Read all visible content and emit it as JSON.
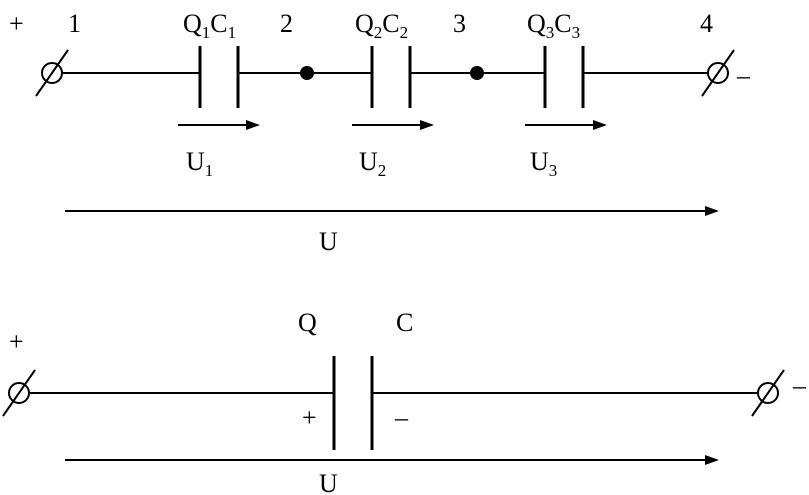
{
  "top": {
    "polarity_plus": "+",
    "polarity_minus": "–",
    "nodes": [
      "1",
      "2",
      "3",
      "4"
    ],
    "capacitors": [
      {
        "q_base": "Q",
        "q_sub": "1",
        "c_base": "C",
        "c_sub": "1",
        "u_base": "U",
        "u_sub": "1"
      },
      {
        "q_base": "Q",
        "q_sub": "2",
        "c_base": "C",
        "c_sub": "2",
        "u_base": "U",
        "u_sub": "2"
      },
      {
        "q_base": "Q",
        "q_sub": "3",
        "c_base": "C",
        "c_sub": "3",
        "u_base": "U",
        "u_sub": "3"
      }
    ],
    "total_voltage": "U"
  },
  "bottom": {
    "polarity_plus": "+",
    "polarity_minus": "–",
    "charge_label": "Q",
    "capacitance_label": "C",
    "plate_plus": "+",
    "plate_minus": "–",
    "total_voltage": "U"
  }
}
